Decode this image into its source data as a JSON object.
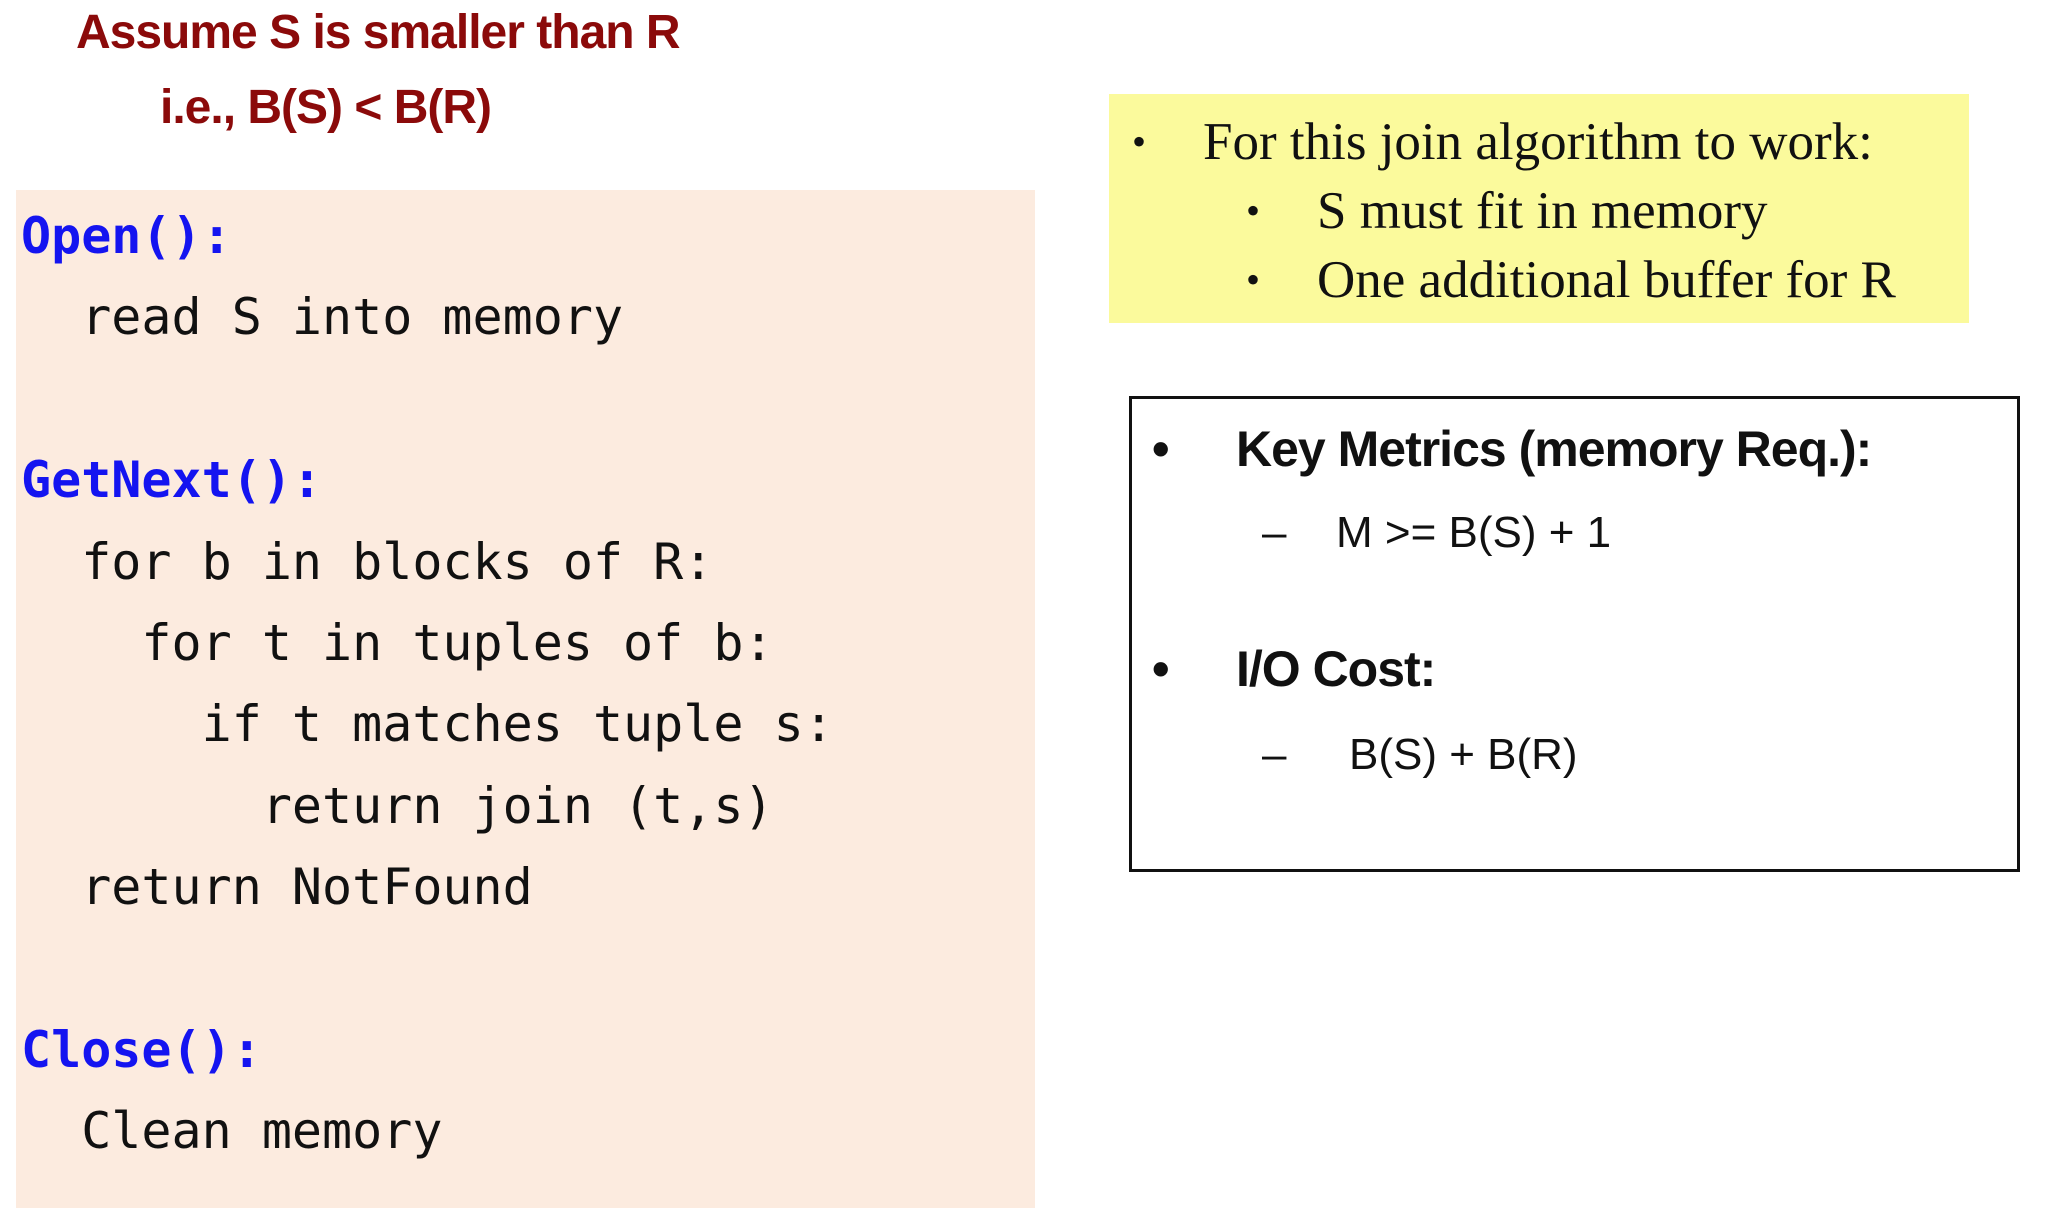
{
  "heading": {
    "line1": "Assume S is smaller than R",
    "line2": "i.e., B(S) < B(R)"
  },
  "code": {
    "open_label": "Open():",
    "open_body": "  read S into memory",
    "getnext_label": "GetNext():",
    "getnext_lines": [
      "  for b in blocks of R:",
      "    for t in tuples of b:",
      "      if t matches tuple s:",
      "        return join (t,s)",
      "  return NotFound"
    ],
    "close_label": "Close():",
    "close_body": "  Clean memory"
  },
  "requirements": {
    "bullet": "•",
    "main": "For this join algorithm to work:",
    "items": [
      "S must fit in memory",
      "One additional buffer for R"
    ]
  },
  "metrics": {
    "bullet": "•",
    "dash": "–",
    "memory_title": "Key Metrics (memory Req.):",
    "memory_value": "M >= B(S) + 1",
    "io_title": "I/O Cost:",
    "io_value": "B(S) + B(R)"
  },
  "colors": {
    "heading": "#8b0a0a",
    "code_bg": "#fcebdf",
    "code_keyword": "#1414f0",
    "note_bg": "#fbfa9c"
  }
}
